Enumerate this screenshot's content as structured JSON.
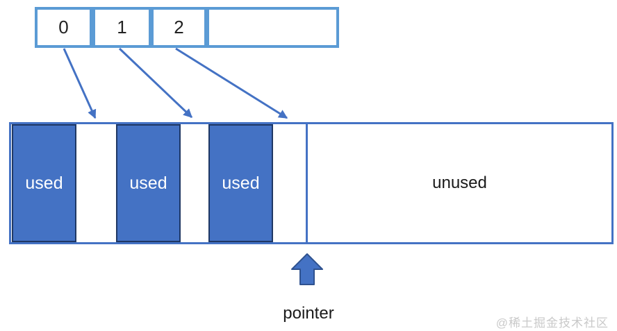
{
  "diagram": {
    "array": {
      "cell_labels": [
        "0",
        "1",
        "2",
        ""
      ]
    },
    "memory": {
      "used_blocks": [
        "used",
        "used",
        "used"
      ],
      "unused_label": "unused"
    },
    "pointer": {
      "label": "pointer"
    },
    "watermark": "@稀土掘金技术社区",
    "icons": [
      "down-right-arrow-icon",
      "block-up-arrow-icon"
    ],
    "colors": {
      "array_border": "#5B9BD5",
      "bar_border": "#4472C4",
      "used_fill": "#4472C4",
      "used_border": "#1f3864",
      "arrow": "#4472C4",
      "pointer_fill": "#4472C4",
      "pointer_border": "#2F528F",
      "text": "#1a1a1a",
      "used_text": "#ffffff",
      "watermark_text": "#c9c9c9"
    }
  }
}
